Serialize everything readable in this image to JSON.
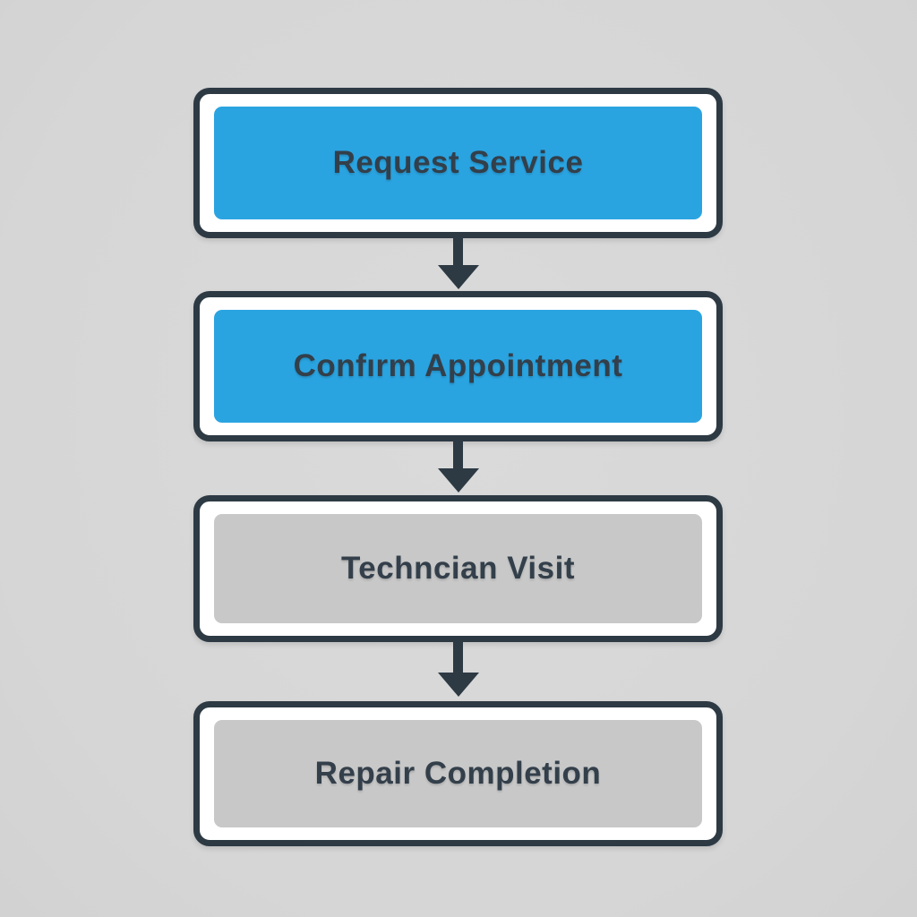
{
  "diagram": {
    "type": "flowchart",
    "direction": "top-down",
    "steps": [
      {
        "label": "Request Service",
        "fill": "#2aa4e1",
        "text_color": "#333f4a"
      },
      {
        "label": "Confırm Appointment",
        "fill": "#2aa4e1",
        "text_color": "#333f4a"
      },
      {
        "label": "Techncian Visit",
        "fill": "#c8c8c8",
        "text_color": "#333f4a"
      },
      {
        "label": "Repair Completion",
        "fill": "#c8c8c8",
        "text_color": "#333f4a"
      }
    ],
    "connectors": [
      {
        "from": 0,
        "to": 1,
        "shape": "arrow-down"
      },
      {
        "from": 1,
        "to": 2,
        "shape": "arrow-down"
      },
      {
        "from": 2,
        "to": 3,
        "shape": "arrow-down"
      }
    ],
    "colors": {
      "background": "#d8d8d8",
      "box_border": "#2d3a44",
      "box_frame": "#ffffff",
      "active_fill": "#2aa4e1",
      "inactive_fill": "#c8c8c8",
      "arrow": "#2d3a44",
      "text": "#333f4a"
    }
  }
}
